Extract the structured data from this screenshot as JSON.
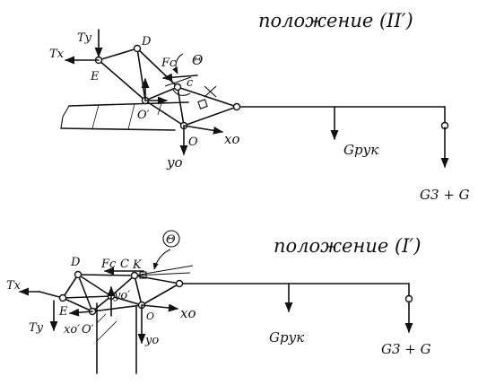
{
  "diagram_top": {
    "title": "положение (II′)",
    "labels": {
      "tx": "Tx",
      "ty": "Ty",
      "d": "D",
      "e": "E",
      "fc": "Fc",
      "theta": "Θ",
      "c": "c",
      "o_prime": "O′",
      "o": "O",
      "xo": "xo",
      "yo": "yo",
      "g_ruk": "Gрук",
      "g_total": "G3 + G"
    }
  },
  "diagram_bottom": {
    "title": "положение (I′)",
    "labels": {
      "tx": "Tx",
      "ty": "Ty",
      "d": "D",
      "e": "E",
      "fc": "Fc",
      "c": "C",
      "k": "K",
      "theta": "Θ",
      "yo_prime": "yo′",
      "xo_prime": "xo′",
      "o_prime": "O′",
      "o": "O",
      "xo": "xo",
      "yo": "yo",
      "g_ruk": "Gрук",
      "g_total": "G3 + G"
    }
  }
}
